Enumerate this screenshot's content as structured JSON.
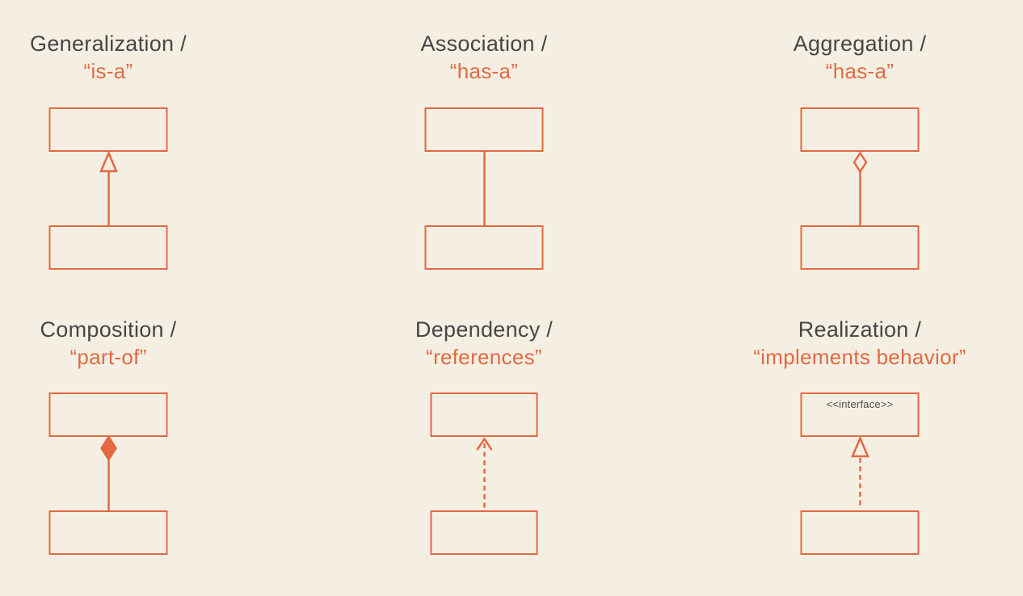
{
  "theme": {
    "background": "#F4EFE2",
    "accent": "#E26A43",
    "heading": "#464646",
    "interface_label_color": "#4E4E4E"
  },
  "panels": [
    {
      "key": "generalization",
      "title": "Generalization /",
      "subtitle": "“is-a”",
      "connector_style": "solid line with hollow triangle arrowhead"
    },
    {
      "key": "association",
      "title": "Association /",
      "subtitle": "“has-a”",
      "connector_style": "plain solid line"
    },
    {
      "key": "aggregation",
      "title": "Aggregation /",
      "subtitle": "“has-a”",
      "connector_style": "solid line with hollow diamond"
    },
    {
      "key": "composition",
      "title": "Composition /",
      "subtitle": "“part-of”",
      "connector_style": "solid line with filled diamond"
    },
    {
      "key": "dependency",
      "title": "Dependency /",
      "subtitle": "“references”",
      "connector_style": "dashed line with open arrowhead"
    },
    {
      "key": "realization",
      "title": "Realization /",
      "subtitle": "“implements behavior”",
      "connector_style": "dashed line with hollow triangle arrowhead",
      "top_box_label": "<<interface>>"
    }
  ]
}
